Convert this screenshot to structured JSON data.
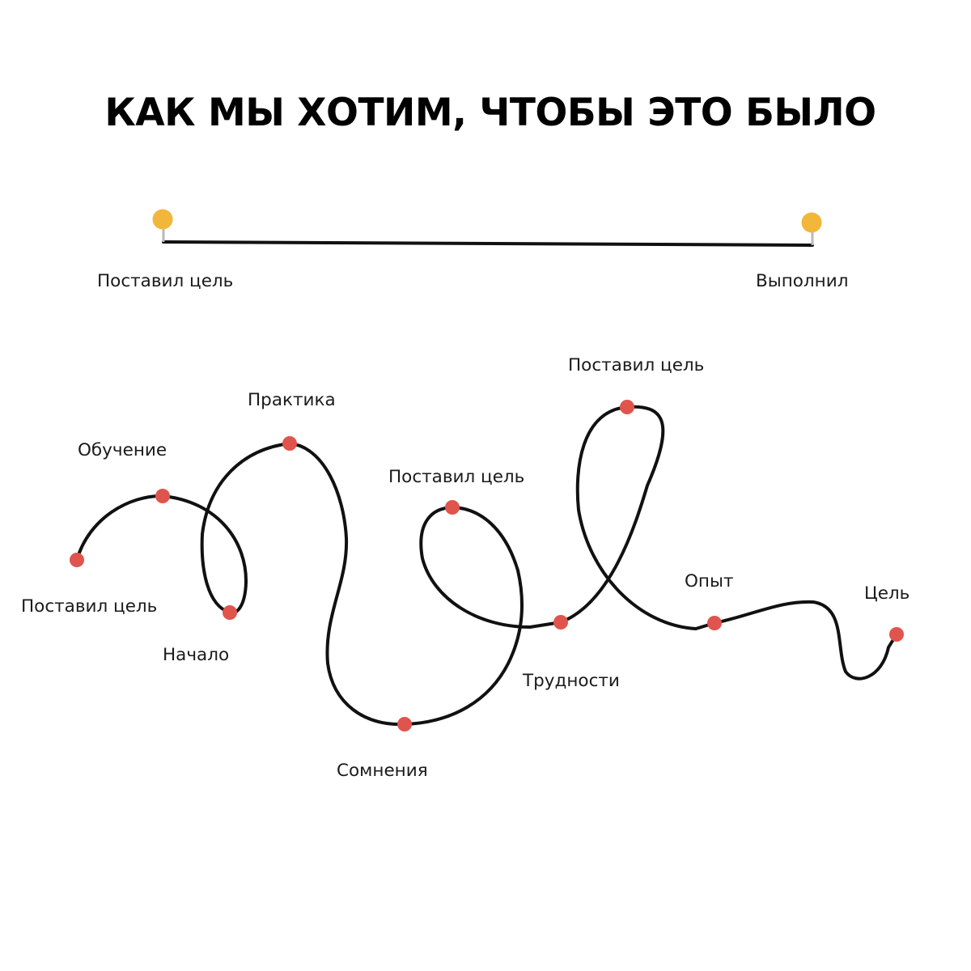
{
  "title": "КАК МЫ ХОТИМ, ЧТОБЫ ЭТО БЫЛО",
  "colors": {
    "line": "#111111",
    "pin_dot": "#f2b63a",
    "pin_stem": "#b9b9b9",
    "milestone_dot": "#e0544e",
    "text": "#1a1a1a"
  },
  "ideal_path": {
    "start_label": "Поставил цель",
    "end_label": "Выполнил"
  },
  "real_path": {
    "labels": {
      "start": "Поставил цель",
      "learning": "Обучение",
      "beginning": "Начало",
      "practice": "Практика",
      "doubts": "Сомнения",
      "goal_set_2": "Поставил цель",
      "difficulties": "Трудности",
      "goal_set_3": "Поставил цель",
      "experience": "Опыт",
      "goal": "Цель"
    }
  }
}
